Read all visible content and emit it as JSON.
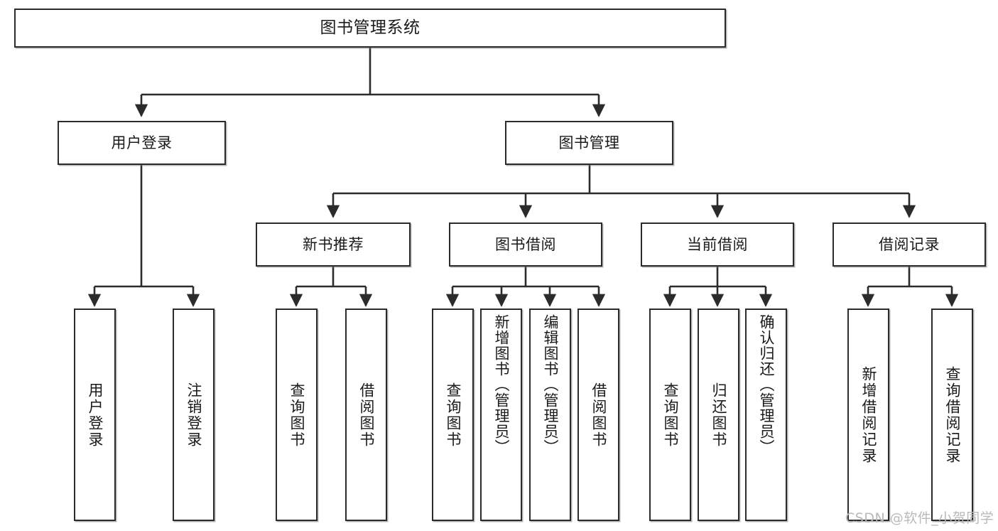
{
  "diagram": {
    "type": "tree",
    "title": "图书管理系统",
    "style": {
      "box_border_color": "#2b2b2b",
      "box_fill": "#ffffff",
      "connector_color": "#2b2b2b",
      "text_color": "#1a1a1a",
      "background": "#ffffff"
    },
    "levels": {
      "root": {
        "label": "图书管理系统"
      },
      "level2": [
        {
          "label": "用户登录"
        },
        {
          "label": "图书管理"
        }
      ],
      "level3": [
        {
          "label": "新书推荐"
        },
        {
          "label": "图书借阅"
        },
        {
          "label": "当前借阅"
        },
        {
          "label": "借阅记录"
        }
      ],
      "leaves": {
        "user_login": [
          {
            "label": "用户登录"
          },
          {
            "label": "注销登录"
          }
        ],
        "new_book_recommend": [
          {
            "label": "查询图书"
          },
          {
            "label": "借阅图书"
          }
        ],
        "book_borrow": [
          {
            "label": "查询图书"
          },
          {
            "label": "新增图书（管理员）"
          },
          {
            "label": "编辑图书（管理员）"
          },
          {
            "label": "借阅图书"
          }
        ],
        "current_borrow": [
          {
            "label": "查询图书"
          },
          {
            "label": "归还图书"
          },
          {
            "label": "确认归还（管理员）"
          }
        ],
        "borrow_record": [
          {
            "label": "新增借阅记录"
          },
          {
            "label": "查询借阅记录"
          }
        ]
      }
    }
  },
  "watermark": {
    "text": "CSDN @软件_小贺同学",
    "color": "#b9b9b9"
  }
}
